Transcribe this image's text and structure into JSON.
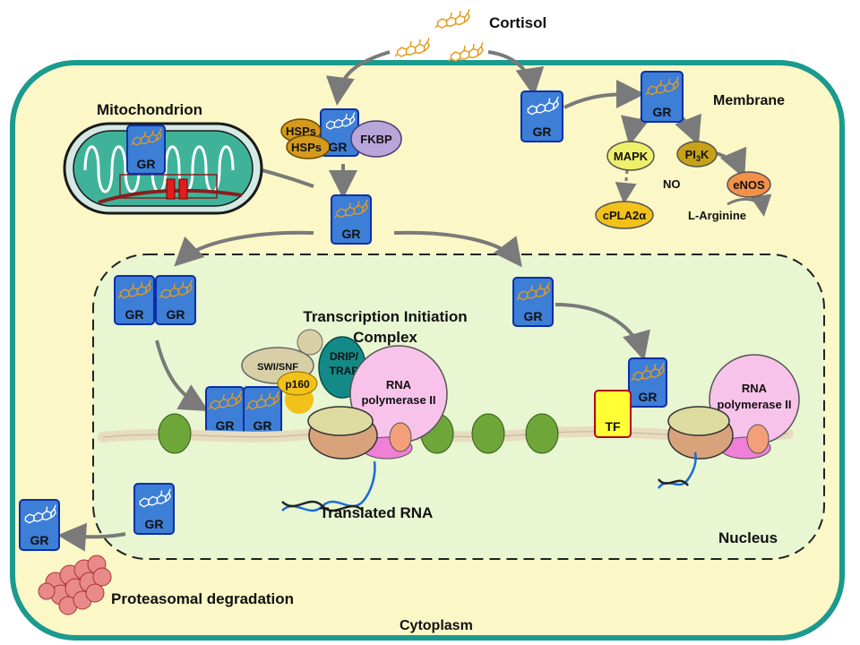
{
  "labels": {
    "cortisol": "Cortisol",
    "mitochondrion": "Mitochondrion",
    "membrane": "Membrane",
    "nucleus": "Nucleus",
    "cytoplasm": "Cytoplasm",
    "proteasomal": "Proteasomal degradation",
    "translated_rna": "Translated RNA",
    "tic_line1": "Transcription Initiation",
    "tic_line2": "Complex",
    "no": "NO",
    "l_arginine": "L-Arginine"
  },
  "receptor": {
    "label": "GR"
  },
  "proteins": {
    "hsps1": "HSPs",
    "hsps2": "HSPs",
    "fkbp": "FKBP",
    "mapk": "MAPK",
    "pi3k_main": "PI",
    "pi3k_sub": "3",
    "pi3k_end": "K",
    "enos": "eNOS",
    "cpla2": "cPLA2α",
    "swi_snf": "SWI/SNF",
    "drip": "DRIP/",
    "trap": "TRAP",
    "p160": "p160",
    "rna_pol_line1": "RNA",
    "rna_pol_line2": "polymerase II",
    "tf": "TF"
  },
  "colors": {
    "cell_border": "#1b9a8e",
    "cytoplasm": "#fbf7c6",
    "nucleus": "#e8f6d2",
    "gr_box": "#3d7ed6",
    "gr_border": "#0b2fa8",
    "molecule": "#e59a1b",
    "arrow": "#7a7a7a",
    "mito_fill": "#3fb39a",
    "hsps": "#d49a1c",
    "fkbp": "#b9a6d8",
    "mapk": "#eef06a",
    "pi3k": "#c8a216",
    "enos": "#f3904a",
    "cpla2": "#f3c21a",
    "rna_pol": "#f8c3ea",
    "tf": "#ffff33",
    "proteasome": "#e98a8a"
  }
}
